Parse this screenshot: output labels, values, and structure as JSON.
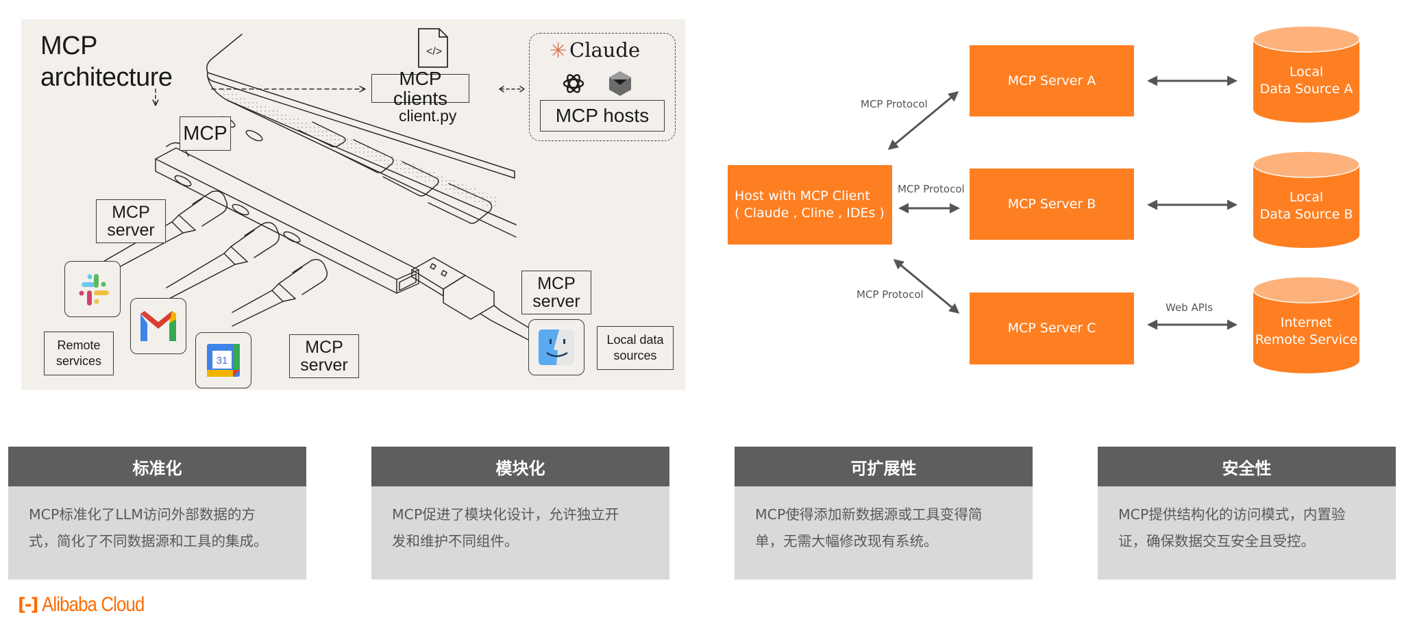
{
  "illustration": {
    "title_line1": "MCP",
    "title_line2": "architecture",
    "mcp_label": "MCP",
    "clients_label": "MCP clients",
    "client_file": "client.py",
    "code_file_icon": "</>",
    "hosts_brand": "Claude",
    "hosts_label": "MCP hosts",
    "server_label_1": [
      "MCP",
      "server"
    ],
    "server_label_2": [
      "MCP",
      "server"
    ],
    "server_label_3": [
      "MCP",
      "server"
    ],
    "remote_services": [
      "Remote",
      "services"
    ],
    "local_sources": [
      "Local data",
      "sources"
    ],
    "calendar_day": "31",
    "icons": [
      "code-file-icon",
      "claude-star-icon",
      "openai-icon",
      "hosts-app-icon",
      "slack-icon",
      "gmail-icon",
      "google-calendar-icon",
      "finder-icon",
      "laptop",
      "usb-hub",
      "usb-c-cable",
      "usb-a-cable"
    ]
  },
  "diagram": {
    "host": [
      "Host with MCP Client",
      "( Claude , Cline , IDEs )"
    ],
    "servers": [
      {
        "label": "MCP Server A",
        "link_label": "MCP Protocol"
      },
      {
        "label": "MCP Server B",
        "link_label": "MCP Protocol"
      },
      {
        "label": "MCP Server C",
        "link_label": "MCP Protocol"
      }
    ],
    "sources": [
      {
        "lines": [
          "Local",
          "Data Source A"
        ],
        "link_label": ""
      },
      {
        "lines": [
          "Local",
          "Data Source B"
        ],
        "link_label": ""
      },
      {
        "lines": [
          "Internet",
          "Remote Service"
        ],
        "link_label": "Web APIs"
      }
    ],
    "colors": {
      "box": "#fd7f22",
      "cylinder_top": "#fdb27c",
      "arrow": "#555555"
    }
  },
  "features": [
    {
      "title": "标准化",
      "lines": [
        "MCP标准化了LLM访问外部数据的方",
        "式，简化了不同数据源和工具的集成。"
      ]
    },
    {
      "title": "模块化",
      "lines": [
        "MCP促进了模块化设计，允许独立开",
        "发和维护不同组件。"
      ]
    },
    {
      "title": "可扩展性",
      "lines": [
        "MCP使得添加新数据源或工具变得简",
        "单，无需大幅修改现有系统。"
      ]
    },
    {
      "title": "安全性",
      "lines": [
        "MCP提供结构化的访问模式，内置验",
        "证，确保数据交互安全且受控。"
      ]
    }
  ],
  "footer": {
    "logo_mark": "[-]",
    "logo_text": "Alibaba Cloud",
    "brand_color": "#ff6a00"
  }
}
